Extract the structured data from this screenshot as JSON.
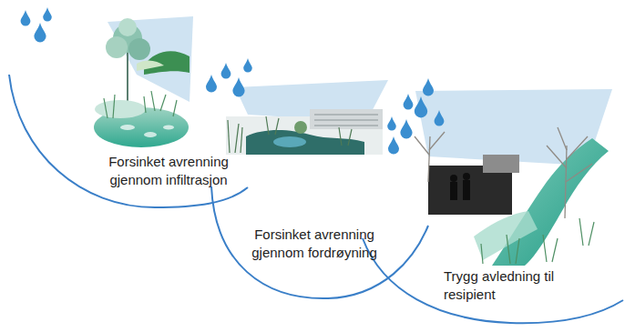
{
  "diagram": {
    "labels": [
      "Forsinket avrenning gjennom infiltrasjon",
      "Forsinket avrenning gjennom fordrøyning",
      "Trygg avledning til resipient"
    ]
  }
}
